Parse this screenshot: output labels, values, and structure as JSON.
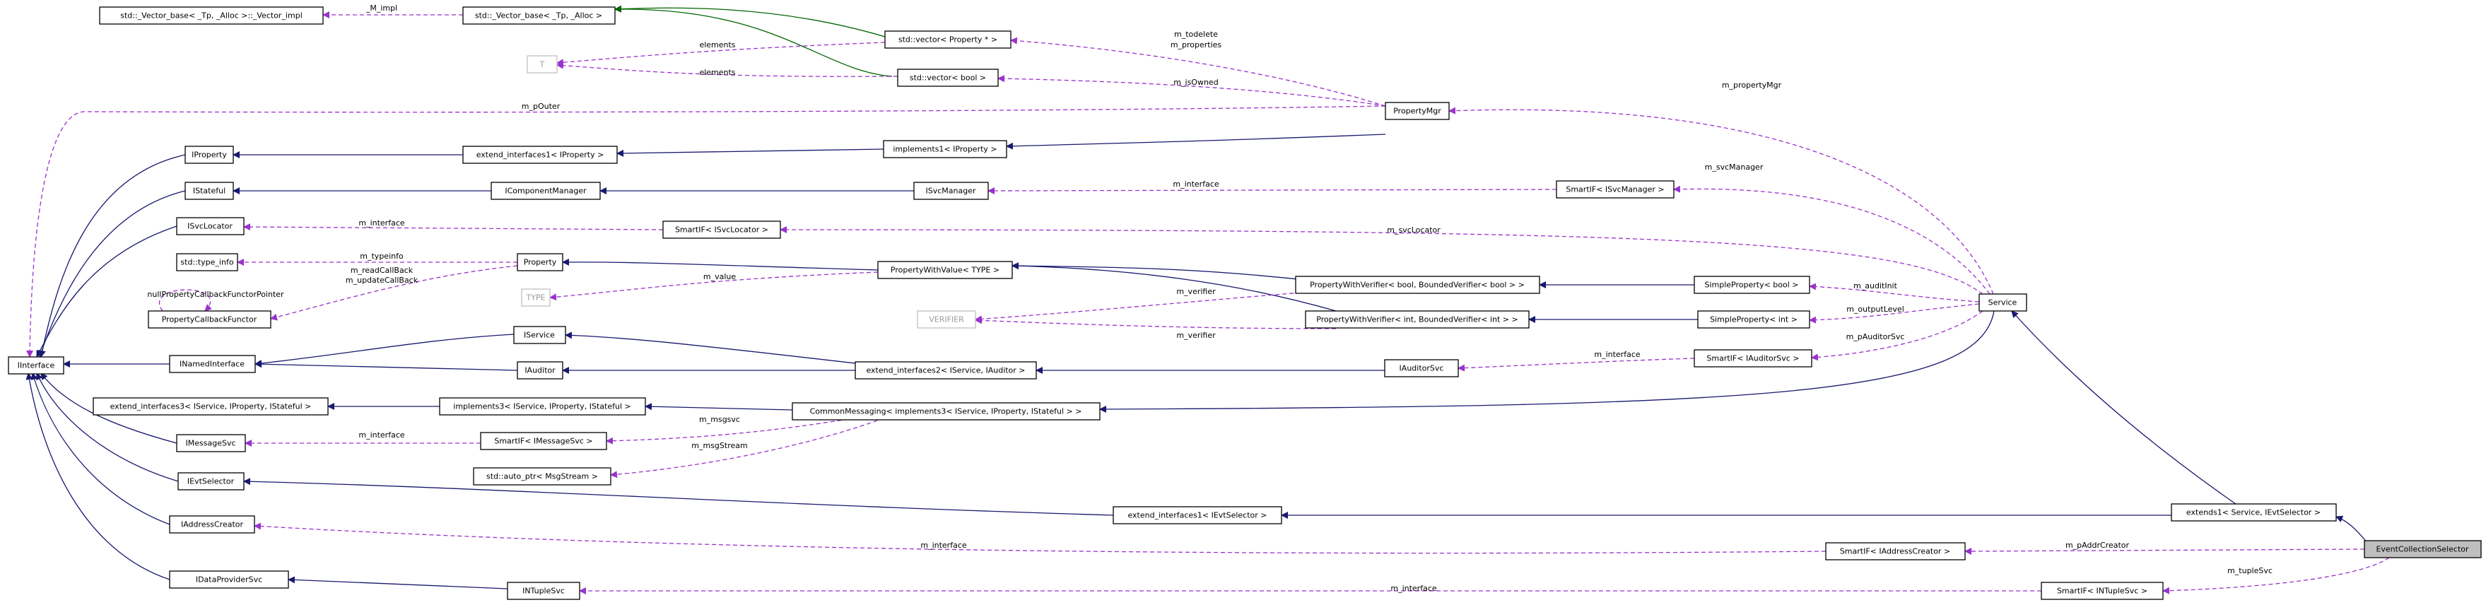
{
  "nodes": {
    "vector_impl": "std::_Vector_base< _Tp, _Alloc >::_Vector_impl",
    "vector_base": "std::_Vector_base< _Tp, _Alloc >",
    "vector_property": "std::vector< Property * >",
    "vector_bool": "std::vector< bool >",
    "T": "T",
    "property_mgr": "PropertyMgr",
    "iproperty": "IProperty",
    "extend_ifaces1_iproperty": "extend_interfaces1< IProperty >",
    "implements1_iproperty": "implements1< IProperty >",
    "istateful": "IStateful",
    "icomponent_manager": "IComponentManager",
    "isvc_manager": "ISvcManager",
    "smartif_isvc_manager": "SmartIF< ISvcManager >",
    "isvc_locator": "ISvcLocator",
    "smartif_isvc_locator": "SmartIF< ISvcLocator >",
    "std_type_info": "std::type_info",
    "property": "Property",
    "property_with_value": "PropertyWithValue< TYPE >",
    "pwv_bool": "PropertyWithVerifier< bool, BoundedVerifier< bool > >",
    "simple_property_bool": "SimpleProperty< bool >",
    "property_callback_functor": "PropertyCallbackFunctor",
    "TYPE": "TYPE",
    "VERIFIER": "VERIFIER",
    "pwv_int": "PropertyWithVerifier< int, BoundedVerifier< int > >",
    "simple_property_int": "SimpleProperty< int >",
    "service": "Service",
    "iinterface": "IInterface",
    "inamed_interface": "INamedInterface",
    "iservice": "IService",
    "iauditor": "IAuditor",
    "extend_ifaces2": "extend_interfaces2< IService, IAuditor >",
    "iauditor_svc": "IAuditorSvc",
    "smartif_iauditor_svc": "SmartIF< IAuditorSvc >",
    "extend_ifaces3": "extend_interfaces3< IService, IProperty, IStateful >",
    "implements3": "implements3< IService, IProperty, IStateful >",
    "common_messaging": "CommonMessaging< implements3< IService, IProperty, IStateful > >",
    "imessage_svc": "IMessageSvc",
    "smartif_imessage_svc": "SmartIF< IMessageSvc >",
    "auto_ptr_msgstream": "std::auto_ptr< MsgStream >",
    "ievt_selector": "IEvtSelector",
    "extend_ifaces1_ievt": "extend_interfaces1< IEvtSelector >",
    "extends1": "extends1< Service, IEvtSelector >",
    "iaddress_creator": "IAddressCreator",
    "smartif_iaddress_creator": "SmartIF< IAddressCreator >",
    "event_collection_selector": "EventCollectionSelector",
    "idata_provider_svc": "IDataProviderSvc",
    "intuple_svc": "INTupleSvc",
    "smartif_intuple_svc": "SmartIF< INTupleSvc >"
  },
  "labels": {
    "m_impl": "_M_impl",
    "elements_1": "elements",
    "elements_2": "elements",
    "m_todelete": "m_todelete",
    "m_properties": "m_properties",
    "m_isowned": "m_isOwned",
    "m_poutersvc": "m_pOuter",
    "m_propertymgr": "m_propertyMgr",
    "m_svcmanager": "m_svcManager",
    "m_interface_svcmgr": "m_interface",
    "m_interface_svcloc": "m_interface",
    "m_svclocator": "m_svcLocator",
    "m_typeinfo": "m_typeinfo",
    "null_functor_pointer": "nullPropertyCallbackFunctorPointer",
    "m_readcallback": "m_readCallBack",
    "m_updatecallback": "m_updateCallBack",
    "m_value": "m_value",
    "m_verifier_1": "m_verifier",
    "m_verifier_2": "m_verifier",
    "m_auditinit": "m_auditInit",
    "m_outputlevel": "m_outputLevel",
    "m_pauditorsvc": "m_pAuditorSvc",
    "m_interface_auditor": "m_interface",
    "m_msgsvc": "m_msgsvc",
    "m_interface_msg": "m_interface",
    "m_msgstream": "m_msgStream",
    "m_interface_addr": "m_interface",
    "m_paddrcreator": "m_pAddrCreator",
    "m_tuplesvc": "m_tupleSvc",
    "m_interface_tuple": "m_interface"
  },
  "colors": {
    "inheritance": "#191970",
    "template_instance": "#006400",
    "usage": "#9a32cd",
    "focus_fill": "#bfbfbf",
    "template_param_border": "#bfbfbf"
  }
}
